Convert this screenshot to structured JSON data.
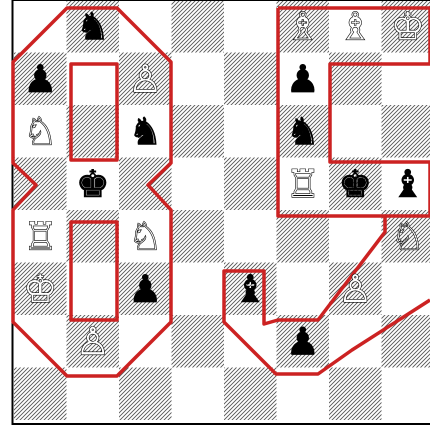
{
  "board": {
    "files": 8,
    "ranks": 8,
    "light_square_color": "#ffffff",
    "dark_square_pattern": "diagonal-hatch",
    "hatch_color": "#555555",
    "border_color": "#000000"
  },
  "outline_color": "#cc2222",
  "pieces": [
    {
      "name": "black-knight-b8",
      "color": "black",
      "type": "knight",
      "glyph": "♞",
      "file": 2,
      "rank": 8
    },
    {
      "name": "white-bishop-f8",
      "color": "white",
      "type": "bishop",
      "glyph": "♗",
      "file": 6,
      "rank": 8
    },
    {
      "name": "white-bishop-g8",
      "color": "white",
      "type": "bishop",
      "glyph": "♗",
      "file": 7,
      "rank": 8
    },
    {
      "name": "white-king-h8",
      "color": "white",
      "type": "king",
      "glyph": "♔",
      "file": 8,
      "rank": 8
    },
    {
      "name": "black-pawn-a7",
      "color": "black",
      "type": "pawn",
      "glyph": "♟",
      "file": 1,
      "rank": 7
    },
    {
      "name": "white-pawn-c7",
      "color": "white",
      "type": "pawn",
      "glyph": "♙",
      "file": 3,
      "rank": 7
    },
    {
      "name": "black-pawn-f7",
      "color": "black",
      "type": "pawn",
      "glyph": "♟",
      "file": 6,
      "rank": 7
    },
    {
      "name": "white-knight-a6",
      "color": "white",
      "type": "knight",
      "glyph": "♘",
      "file": 1,
      "rank": 6
    },
    {
      "name": "black-knight-c6",
      "color": "black",
      "type": "knight",
      "glyph": "♞",
      "file": 3,
      "rank": 6
    },
    {
      "name": "black-knight-f6",
      "color": "black",
      "type": "knight",
      "glyph": "♞",
      "file": 6,
      "rank": 6
    },
    {
      "name": "black-king-b5",
      "color": "black",
      "type": "king",
      "glyph": "♚",
      "file": 2,
      "rank": 5
    },
    {
      "name": "white-rook-f5",
      "color": "white",
      "type": "rook",
      "glyph": "♖",
      "file": 6,
      "rank": 5
    },
    {
      "name": "black-king-g5",
      "color": "black",
      "type": "king",
      "glyph": "♚",
      "file": 7,
      "rank": 5
    },
    {
      "name": "black-bishop-h5",
      "color": "black",
      "type": "bishop",
      "glyph": "♝",
      "file": 8,
      "rank": 5
    },
    {
      "name": "white-rook-a4",
      "color": "white",
      "type": "rook",
      "glyph": "♖",
      "file": 1,
      "rank": 4
    },
    {
      "name": "white-knight-c4",
      "color": "white",
      "type": "knight",
      "glyph": "♘",
      "file": 3,
      "rank": 4
    },
    {
      "name": "white-knight-h4",
      "color": "white",
      "type": "knight",
      "glyph": "♘",
      "file": 8,
      "rank": 4
    },
    {
      "name": "white-king-a3",
      "color": "white",
      "type": "king",
      "glyph": "♔",
      "file": 1,
      "rank": 3
    },
    {
      "name": "black-pawn-c3",
      "color": "black",
      "type": "pawn",
      "glyph": "♟",
      "file": 3,
      "rank": 3
    },
    {
      "name": "black-bishop-e3",
      "color": "black",
      "type": "bishop",
      "glyph": "♝",
      "file": 5,
      "rank": 3
    },
    {
      "name": "white-pawn-g3",
      "color": "white",
      "type": "pawn",
      "glyph": "♙",
      "file": 7,
      "rank": 3
    },
    {
      "name": "white-pawn-b2",
      "color": "white",
      "type": "pawn",
      "glyph": "♙",
      "file": 2,
      "rank": 2
    },
    {
      "name": "black-pawn-f2",
      "color": "black",
      "type": "pawn",
      "glyph": "♟",
      "file": 6,
      "rank": 2
    }
  ]
}
